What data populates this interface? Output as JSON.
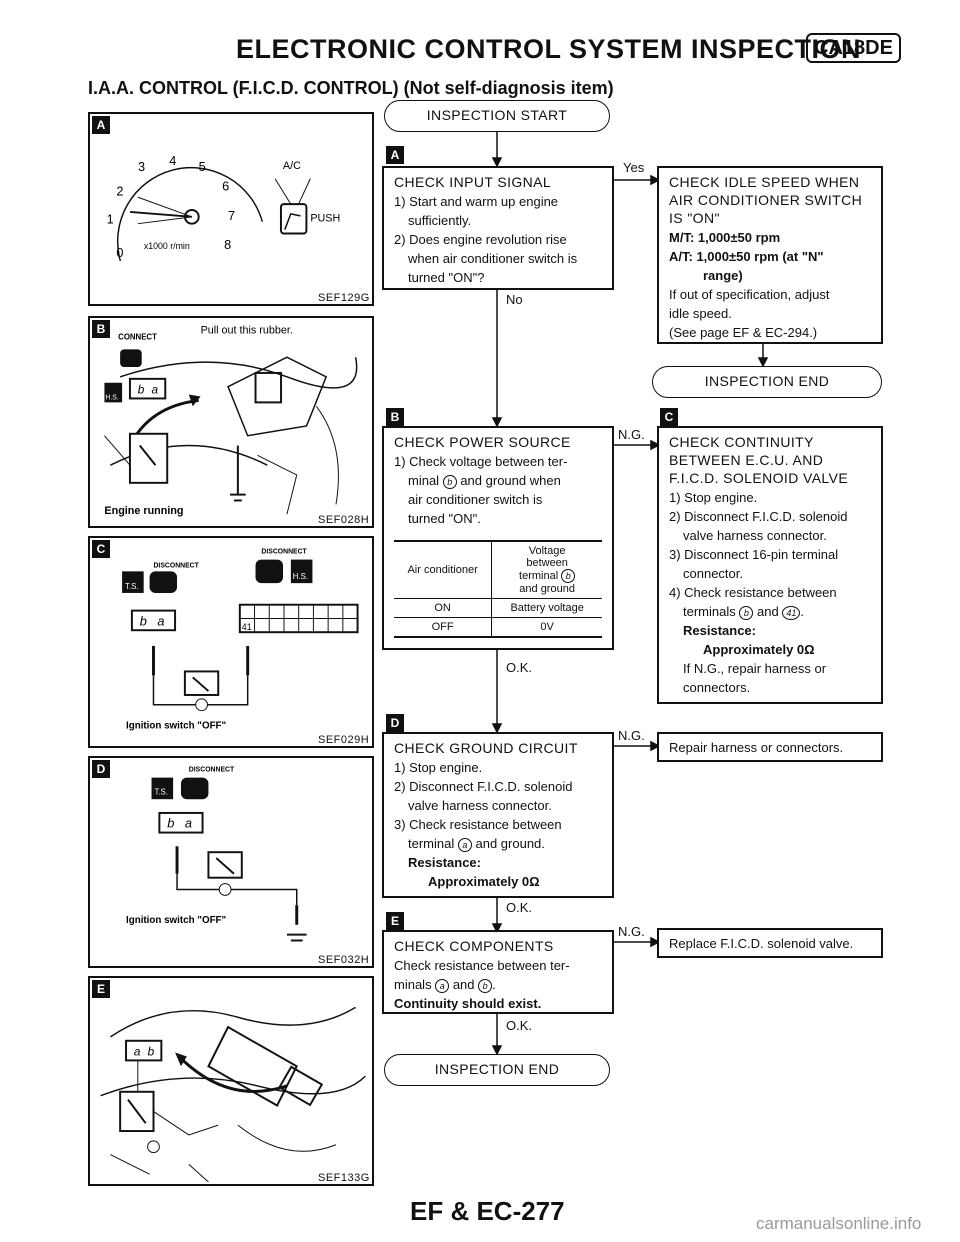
{
  "header": {
    "title": "ELECTRONIC CONTROL SYSTEM INSPECTION",
    "model_badge": "CA18DE"
  },
  "subtitle": "I.A.A. CONTROL (F.I.C.D. CONTROL) (Not self-diagnosis item)",
  "figures": {
    "A": {
      "letter": "A",
      "code": "SEF129G",
      "tach_numbers": [
        "0",
        "1",
        "2",
        "3",
        "4",
        "5",
        "6",
        "7",
        "8"
      ],
      "tach_unit": "x1000 r/min",
      "ac_label": "A/C",
      "push_label": "PUSH"
    },
    "B": {
      "letter": "B",
      "code": "SEF028H",
      "connect_label": "CONNECT",
      "rubber_label": "Pull out this rubber.",
      "running_label": "Engine running",
      "hs_label": "H.S.",
      "term_b": "b",
      "term_a": "a"
    },
    "C": {
      "letter": "C",
      "code": "SEF029H",
      "disconnect_left": "DISCONNECT",
      "disconnect_right": "DISCONNECT",
      "ts_label": "T.S.",
      "hs_label": "H.S.",
      "term_b": "b",
      "term_a": "a",
      "pin_label": "41",
      "ignition_label": "Ignition switch \"OFF\""
    },
    "D": {
      "letter": "D",
      "code": "SEF032H",
      "disconnect": "DISCONNECT",
      "ts_label": "T.S.",
      "term_b": "b",
      "term_a": "a",
      "ignition_label": "Ignition switch \"OFF\""
    },
    "E": {
      "letter": "E",
      "code": "SEF133G",
      "term_a": "a",
      "term_b": "b"
    }
  },
  "flow": {
    "start": "INSPECTION START",
    "stepA": {
      "letter": "A",
      "head": "CHECK INPUT SIGNAL",
      "l1": "1) Start and warm up engine",
      "l2": "sufficiently.",
      "l3": "2) Does engine revolution rise",
      "l4": "when air conditioner switch is",
      "l5": "turned \"ON\"?"
    },
    "yes_label": "Yes",
    "no_label": "No",
    "idle": {
      "l1": "CHECK IDLE SPEED WHEN",
      "l2": "AIR CONDITIONER SWITCH",
      "l3": "IS \"ON\"",
      "l4": "M/T: 1,000±50 rpm",
      "l5": "A/T: 1,000±50 rpm (at \"N\"",
      "l6": "range)",
      "l7": "If out of specification, adjust",
      "l8": "idle speed.",
      "l9": "(See page EF & EC-294.)"
    },
    "end1": "INSPECTION END",
    "stepB": {
      "letter": "B",
      "head": "CHECK POWER SOURCE",
      "l1": "1) Check voltage between ter-",
      "l2a": "minal",
      "l2b": "and ground when",
      "l3": "air conditioner switch is",
      "l4": "turned \"ON\".",
      "term": "b"
    },
    "voltage_table": {
      "col1": "Air conditioner",
      "col2_l1": "Voltage",
      "col2_l2": "between",
      "col2_l3": "terminal",
      "col2_l4": "and ground",
      "rows": [
        {
          "state": "ON",
          "value": "Battery voltage"
        },
        {
          "state": "OFF",
          "value": "0V"
        }
      ]
    },
    "ng_label_1": "N.G.",
    "ok_label_1": "O.K.",
    "stepC": {
      "letter": "C",
      "head1": "CHECK CONTINUITY",
      "head2": "BETWEEN E.C.U. AND",
      "head3": "F.I.C.D. SOLENOID VALVE",
      "l1": "1) Stop engine.",
      "l2": "2) Disconnect F.I.C.D. solenoid",
      "l3": "valve harness connector.",
      "l4": "3) Disconnect 16-pin terminal",
      "l5": "connector.",
      "l6": "4) Check resistance between",
      "l7a": "terminals",
      "l7b": "and",
      "term1": "b",
      "term2": "41",
      "l8": "Resistance:",
      "l9": "Approximately 0Ω",
      "l10": "If N.G., repair harness or",
      "l11": "connectors."
    },
    "stepD": {
      "letter": "D",
      "head": "CHECK GROUND CIRCUIT",
      "l1": "1) Stop engine.",
      "l2": "2) Disconnect F.I.C.D. solenoid",
      "l3": "valve harness connector.",
      "l4": "3) Check resistance between",
      "l5a": "terminal",
      "l5b": "and ground.",
      "term": "a",
      "l6": "Resistance:",
      "l7": "Approximately 0Ω"
    },
    "ng_label_2": "N.G.",
    "repair_box": "Repair harness or connectors.",
    "ok_label_2": "O.K.",
    "stepE": {
      "letter": "E",
      "head": "CHECK COMPONENTS",
      "l1": "Check resistance between ter-",
      "l2a": "minals",
      "l2b": "and",
      "term1": "a",
      "term2": "b",
      "l3": "Continuity should exist."
    },
    "ng_label_3": "N.G.",
    "replace_box": "Replace F.I.C.D. solenoid valve.",
    "ok_label_3": "O.K.",
    "end2": "INSPECTION END"
  },
  "footer": {
    "page": "EF & EC-277",
    "watermark": "carmanualsonline.info"
  }
}
